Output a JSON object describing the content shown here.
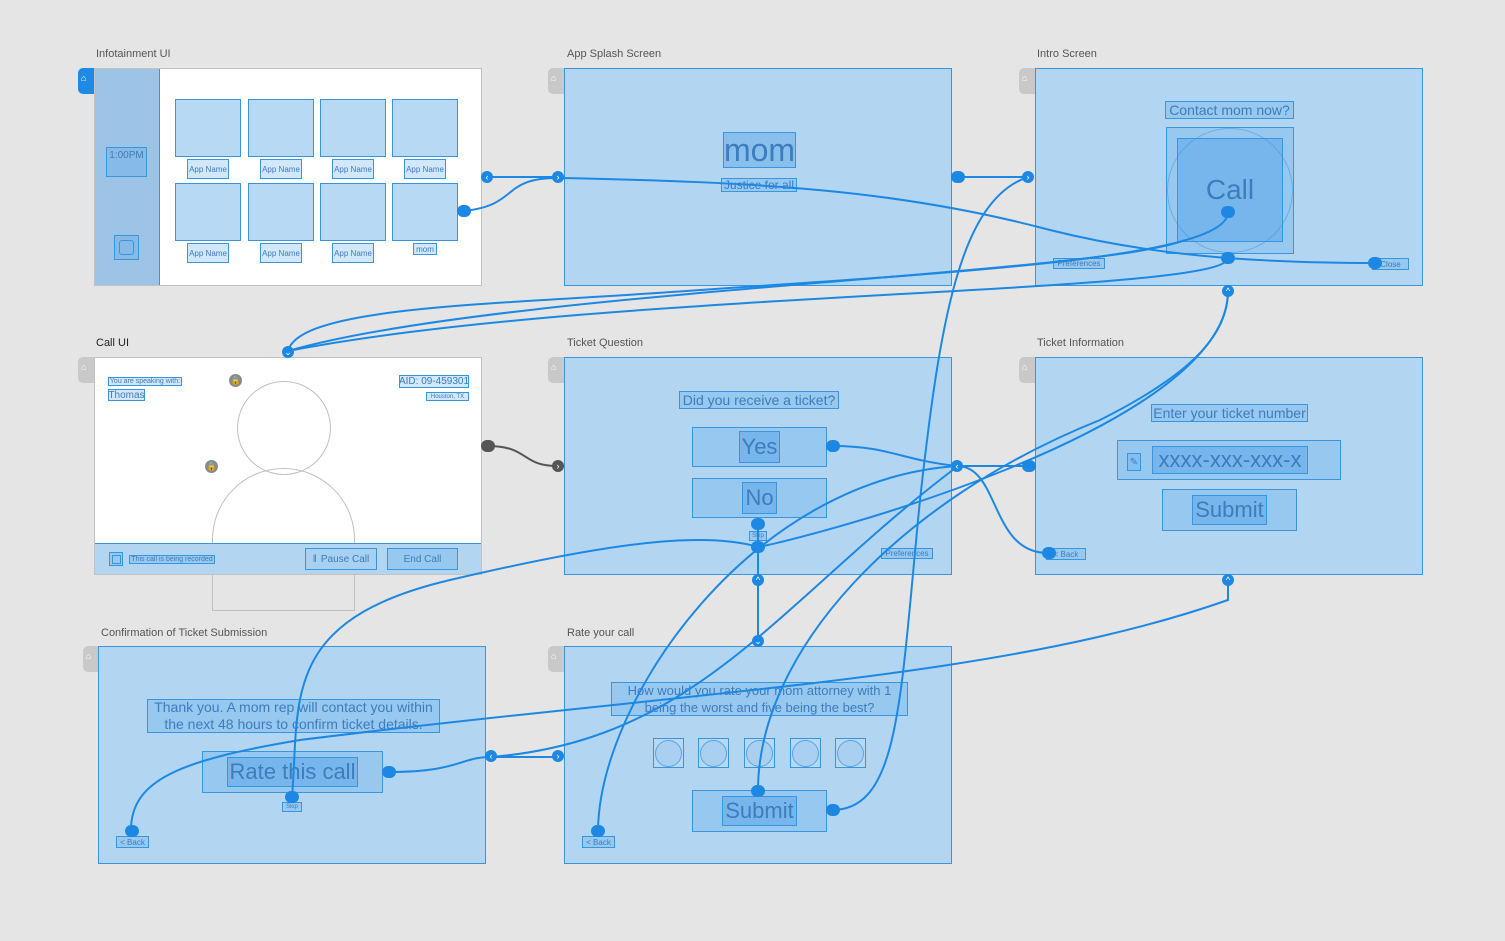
{
  "artboards": {
    "infotainment": {
      "title": "Infotainment UI",
      "time": "1:00PM",
      "apps": [
        "App Name",
        "App Name",
        "App Name",
        "App Name",
        "App Name",
        "App Name",
        "App Name",
        "mom"
      ]
    },
    "splash": {
      "title": "App Splash Screen",
      "logo": "mom",
      "tagline": "Justice for all"
    },
    "intro": {
      "title": "Intro Screen",
      "question": "Contact mom now?",
      "call": "Call",
      "preferences": "Preferences",
      "close": "Close"
    },
    "call_ui": {
      "title": "Call UI",
      "speaking_with": "You are speaking with:",
      "name": "Thomas",
      "aid": "AID: 09-459301",
      "location": "Houston, TX",
      "recorded": "This call is being recorded",
      "pause": "Pause Call",
      "end": "End Call"
    },
    "ticket_question": {
      "title": "Ticket Question",
      "question": "Did you receive a ticket?",
      "yes": "Yes",
      "no": "No",
      "skip": "Skip",
      "preferences": "Preferences"
    },
    "ticket_info": {
      "title": "Ticket Information",
      "prompt": "Enter your ticket number",
      "placeholder": "xxxx-xxx-xxx-x",
      "submit": "Submit",
      "back": "< Back"
    },
    "confirmation": {
      "title": "Confirmation of Ticket Submission",
      "message1": "Thank you. A mom rep will contact you within",
      "message2": "the next 48 hours to confirm ticket details.",
      "rate": "Rate this call",
      "skip": "Skip",
      "back": "< Back"
    },
    "rate": {
      "title": "Rate your call",
      "question1": "How would you rate your mom attorney with 1",
      "question2": "being the worst and five being the best?",
      "submit": "Submit",
      "back": "< Back"
    }
  },
  "colors": {
    "canvas": "#e5e5e5",
    "board": "#b2d6f2",
    "accent": "#1c88e4",
    "link": "#1c88e4"
  }
}
